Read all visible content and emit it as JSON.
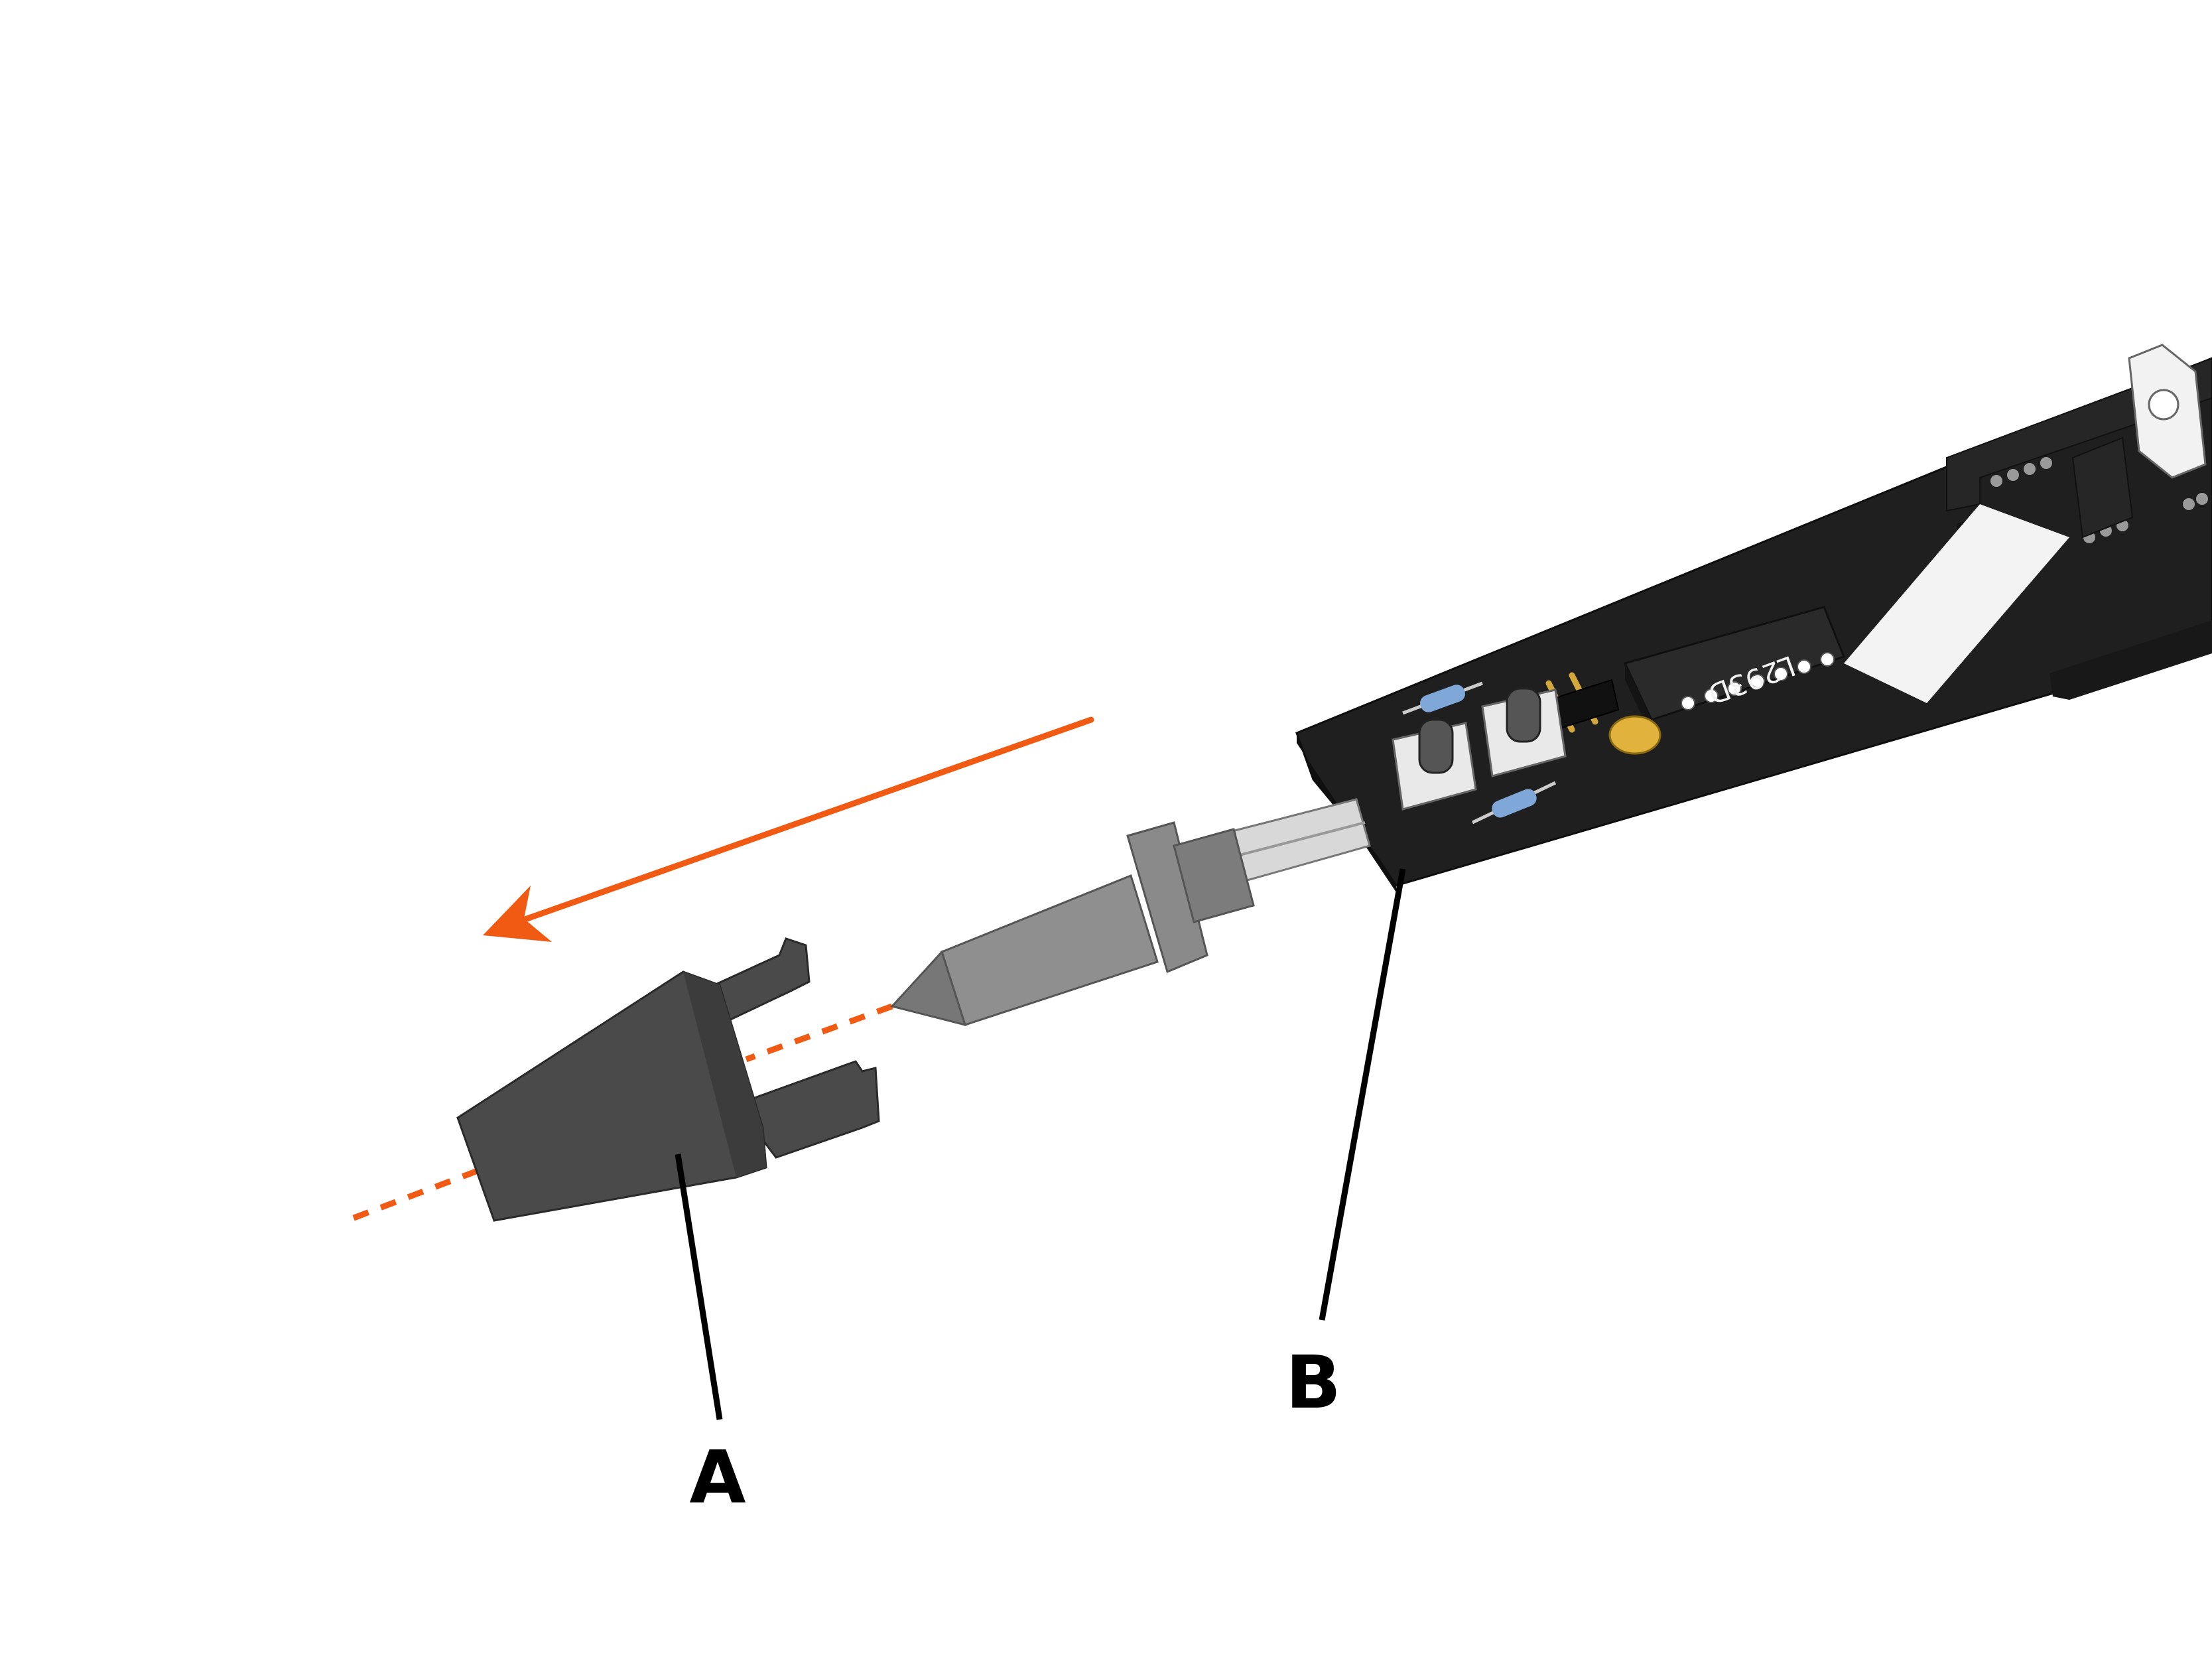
{
  "callouts": {
    "a": {
      "label": "A"
    },
    "b": {
      "label": "B"
    }
  },
  "chip": {
    "marking": "L293D"
  },
  "colors": {
    "arrow": "#f05a13",
    "cap": "#4a4a4a",
    "board": "#1f1f1f",
    "nozzle": "#8f8f8f",
    "leader": "#000000"
  }
}
